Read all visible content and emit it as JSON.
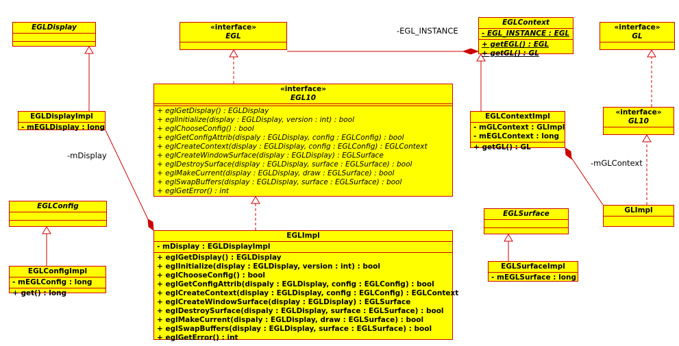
{
  "classes": {
    "egl_display": {
      "name": "EGLDisplay"
    },
    "egl_display_impl": {
      "name": "EGLDisplayImpl",
      "attributes": [
        "- mEGLDisplay : long"
      ]
    },
    "egl": {
      "stereotype": "«interface»",
      "name": "EGL"
    },
    "egl10": {
      "stereotype": "«interface»",
      "name": "EGL10",
      "operations": [
        "+ eglGetDisplay() : EGLDisplay",
        "+ eglInitialize(display : EGLDisplay, version : int) : bool",
        "+ eglChooseConfig() : bool",
        "+ eglGetConfigAttrib(dispaly : EGLDisplay, config : EGLConfig) : bool",
        "+ eglCreateContext(display : EGLDisplay, config : EGLConfig) : EGLContext",
        "+ eglCreateWindowSurface(display : EGLDisplay) : EGLSurface",
        "+ eglDestroySurface(display : EGLDisplay, surface : EGLSurface) : bool",
        "+ eglMakeCurrent(display : EGLDisplay, draw : EGLSurface) : bool",
        "+ eglSwapBuffers(display : EGLDisplay, surface : EGLSurface) : bool",
        "+ eglGetError() : int"
      ]
    },
    "egl_context": {
      "name": "EGLContext",
      "attributes": [
        "- EGL_INSTANCE : EGL"
      ],
      "operations": [
        "+ getEGL() : EGL",
        "+ getGL() : GL"
      ]
    },
    "gl": {
      "stereotype": "«interface»",
      "name": "GL"
    },
    "egl_context_impl": {
      "name": "EGLContextImpl",
      "attributes": [
        "- mGLContext : GLImpl",
        "-  mEGLContext : long"
      ],
      "operations": [
        "+ getGL() : GL"
      ]
    },
    "gl10": {
      "stereotype": "«interface»",
      "name": "GL10"
    },
    "egl_config": {
      "name": "EGLConfig"
    },
    "egl_config_impl": {
      "name": "EGLConfigImpl",
      "attributes": [
        "- mEGLConfig : long"
      ],
      "operations": [
        "+ get() : long"
      ]
    },
    "egl_impl": {
      "name": "EGLImpl",
      "attributes": [
        "- mDisplay : EGLDisplayImpl"
      ],
      "operations": [
        "+ eglGetDisplay() : EGLDisplay",
        "+ eglInitialize(display : EGLDisplay, version : int) : bool",
        "+ eglChooseConfig() : bool",
        "+ eglGetConfigAttrib(dispaly : EGLDisplay, config : EGLConfig) : bool",
        "+ eglCreateContext(display : EGLDisplay, config : EGLConfig) : EGLContext",
        "+ eglCreateWindowSurface(display : EGLDisplay) : EGLSurface",
        "+ eglDestroySurface(dispaly : EGLDisplay, surface : EGLSurface) : bool",
        "+ eglMakeCurrent(dispaly : EGLDisplay, draw : EGLSurface) : bool",
        "+ eglSwapBuffers(display : EGLDisplay, surface : EGLSurface) : bool",
        "+ eglGetError() : int"
      ]
    },
    "egl_surface": {
      "name": "EGLSurface"
    },
    "egl_surface_impl": {
      "name": "EGLSurfaceImpl",
      "attributes": [
        "- mEGLSurface : long"
      ]
    },
    "gl_impl": {
      "name": "GLImpl"
    }
  },
  "labels": {
    "egl_instance": "-EGL_INSTANCE",
    "m_display": "-mDisplay",
    "m_gl_context": "-mGLContext"
  },
  "colors": {
    "fill": "#ffff00",
    "line": "#cc0000"
  }
}
